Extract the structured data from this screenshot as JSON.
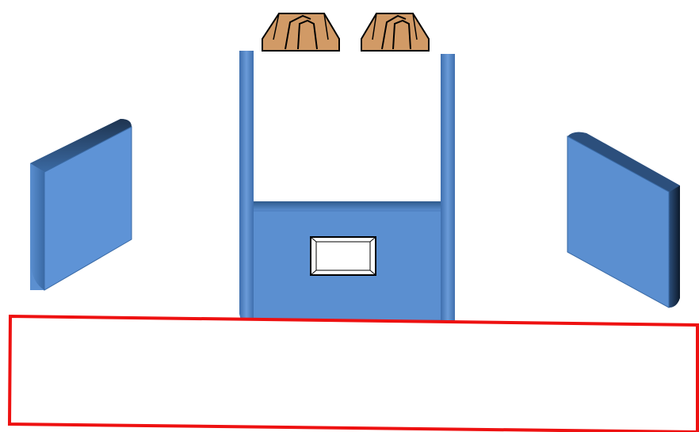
{
  "diagram": {
    "background": "#ffffff",
    "colors": {
      "panel_blue": "#5b8fd0",
      "panel_blue_dark": "#2f5a8c",
      "panel_edge_dark": "#1e3450",
      "bracket_wood": "#d19a66",
      "bracket_outline": "#000000",
      "outline_red": "#ee1111",
      "window_fill": "#ffffff"
    },
    "elements": [
      {
        "name": "wood-bracket-left",
        "icon": "trapezoid-bracket"
      },
      {
        "name": "wood-bracket-right",
        "icon": "trapezoid-bracket"
      },
      {
        "name": "left-side-panel",
        "icon": "tilted-blue-panel"
      },
      {
        "name": "right-side-panel",
        "icon": "tilted-blue-panel"
      },
      {
        "name": "center-left-post",
        "icon": "blue-post"
      },
      {
        "name": "center-right-post",
        "icon": "blue-post"
      },
      {
        "name": "center-base-panel",
        "icon": "blue-panel"
      },
      {
        "name": "center-window",
        "icon": "rectangular-opening"
      },
      {
        "name": "red-outline-region",
        "icon": "red-rectangle-outline"
      }
    ]
  }
}
